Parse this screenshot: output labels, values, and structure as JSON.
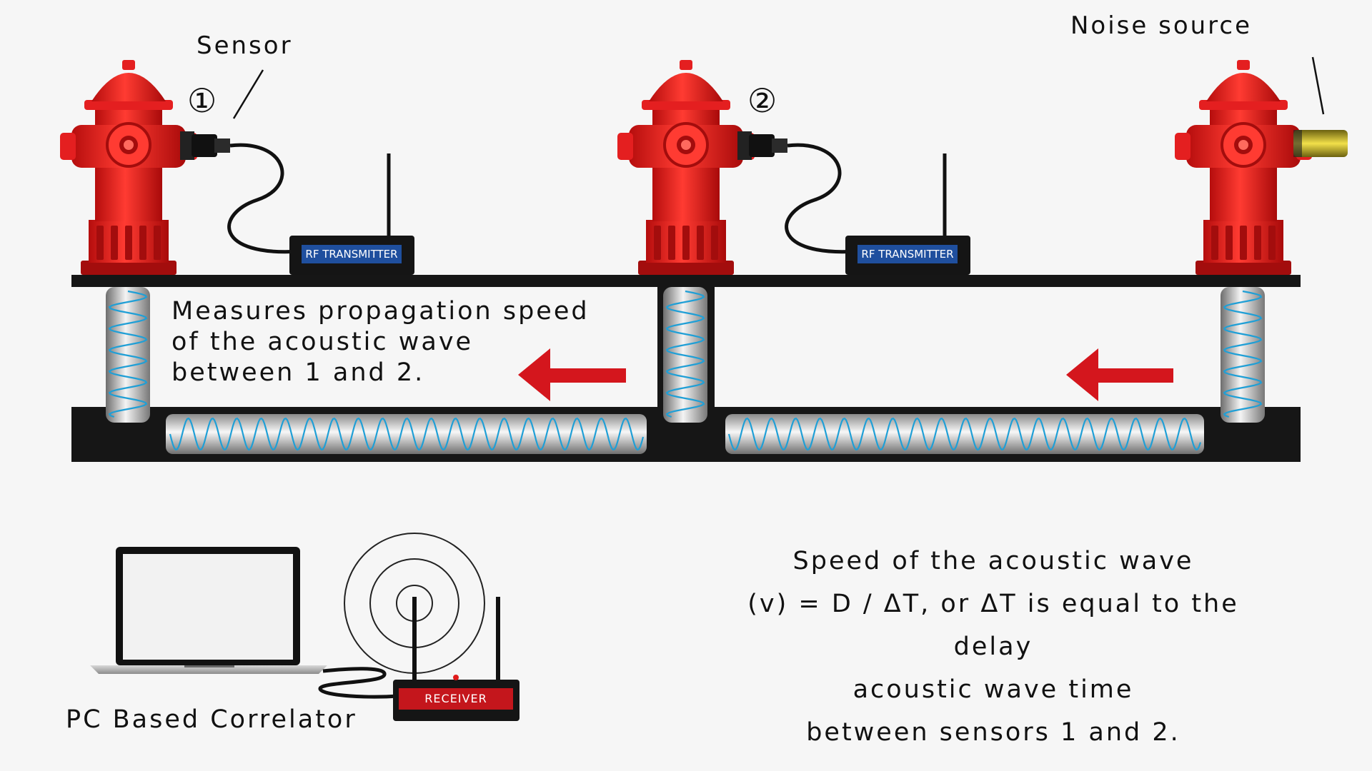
{
  "labels": {
    "sensor": "Sensor",
    "noise_source": "Noise source",
    "sensor_1": "①",
    "sensor_2": "②",
    "transmitter_1": "RF TRANSMITTER",
    "transmitter_2": "RF TRANSMITTER",
    "receiver": "RECEIVER",
    "pc_correlator": "PC Based Correlator"
  },
  "pipe_caption": [
    "Measures propagation speed",
    "of the acoustic wave",
    "between 1 and 2."
  ],
  "formula": [
    "Speed of the acoustic wave",
    "(v) = D / ΔT, or ΔT is equal to the delay",
    "acoustic wave time",
    "between sensors 1 and 2."
  ],
  "colors": {
    "background": "#f6f6f6",
    "hydrant_red": "#e41f20",
    "arrow_red": "#d4161d",
    "transmitter_blue": "#1f4f9e",
    "receiver_red": "#c4161c",
    "wave_blue": "#1f9fd6",
    "ground": "#161616",
    "noise_source_brass": "#d9c11c"
  },
  "icons": {
    "hydrant": "fire-hydrant-icon",
    "arrow": "arrow-left-icon",
    "laptop": "laptop-icon",
    "radio_waves": "radio-waves-icon"
  }
}
